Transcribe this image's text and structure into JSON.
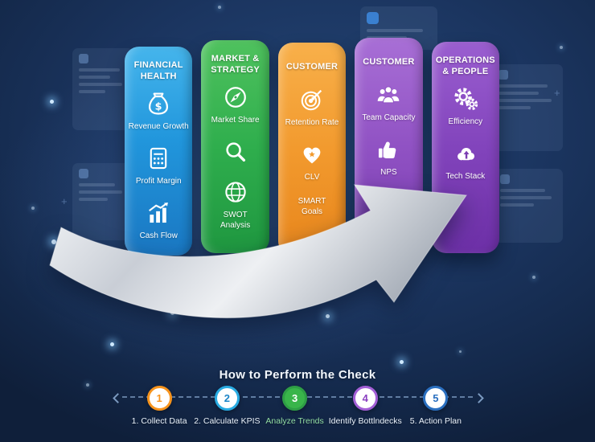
{
  "colors": {
    "background": "#1b3560",
    "pillar_blue": "#2196dc",
    "pillar_green": "#2fae4d",
    "pillar_orange": "#f29a2e",
    "pillar_purple": "#9153c4",
    "pillar_violet": "#8244bc",
    "arrow_silver": "#c9ced6",
    "step_1": "#f7941d",
    "step_2": "#29abe2",
    "step_3": "#39b54a",
    "step_4": "#a35fd6",
    "step_5": "#2a6fc0"
  },
  "pillars": [
    {
      "title": "FINANCIAL\nHEALTH",
      "items": [
        {
          "icon": "money-bag-icon",
          "label": "Revenue Growth"
        },
        {
          "icon": "calculator-icon",
          "label": "Profit Margin"
        },
        {
          "icon": "bar-chart-icon",
          "label": "Cash Flow"
        }
      ]
    },
    {
      "title": "MARKET &\nSTRATEGY",
      "items": [
        {
          "icon": "compass-icon",
          "label": "Market Share"
        },
        {
          "icon": "magnifier-icon",
          "label": ""
        },
        {
          "icon": "globe-icon",
          "label": "SWOT\nAnalysis"
        }
      ]
    },
    {
      "title": "CUSTOMER",
      "items": [
        {
          "icon": "target-icon",
          "label": "Retention Rate"
        },
        {
          "icon": "heart-star-icon",
          "label": "CLV"
        },
        {
          "icon": "",
          "label": "SMART\nGoals"
        }
      ]
    },
    {
      "title": "CUSTOMER",
      "items": [
        {
          "icon": "team-icon",
          "label": "Team Capacity"
        },
        {
          "icon": "thumbs-up-icon",
          "label": "NPS"
        }
      ]
    },
    {
      "title": "OPERATIONS\n& PEOPLE",
      "items": [
        {
          "icon": "gears-icon",
          "label": "Efficiency"
        },
        {
          "icon": "cloud-upload-icon",
          "label": "Tech Stack"
        }
      ]
    }
  ],
  "how_to": {
    "title": "How to Perform the Check",
    "steps": [
      {
        "number": "1",
        "label": "1. Collect Data"
      },
      {
        "number": "2",
        "label": "2. Calculate KPIS"
      },
      {
        "number": "3",
        "label": "Analyze Trends"
      },
      {
        "number": "4",
        "label": "Identify Bottlndecks"
      },
      {
        "number": "5",
        "label": "5. Action Plan"
      }
    ]
  }
}
